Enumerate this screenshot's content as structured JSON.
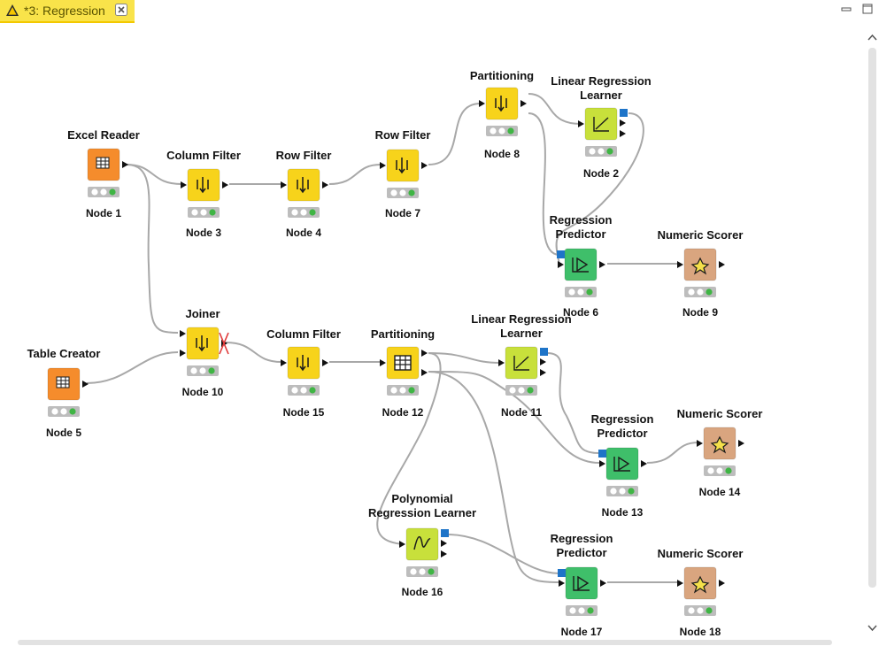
{
  "tab": {
    "title": "*3: Regression",
    "warning_icon": "warning-triangle-icon",
    "close_icon": "close-icon"
  },
  "window_controls": {
    "minimize_icon": "minimize-icon",
    "maximize_icon": "maximize-icon"
  },
  "colors": {
    "reader": "#f58c2c",
    "manipulator": "#f7d31b",
    "learner": "#c8e03b",
    "predictor": "#3fbf6a",
    "scorer": "#d9a57f",
    "tab_bg": "#f9e34a",
    "connection": "#a8a8a8",
    "port_model": "#1e74c8"
  },
  "nodes": {
    "n1": {
      "title": "Excel Reader",
      "label": "Node 1"
    },
    "n3": {
      "title": "Column Filter",
      "label": "Node 3"
    },
    "n4": {
      "title": "Row Filter",
      "label": "Node 4"
    },
    "n7": {
      "title": "Row Filter",
      "label": "Node 7"
    },
    "n8": {
      "title": "Partitioning",
      "label": "Node 8"
    },
    "n2": {
      "title": "Linear Regression Learner",
      "label": "Node 2"
    },
    "n6": {
      "title": "Regression Predictor",
      "label": "Node 6"
    },
    "n9": {
      "title": "Numeric Scorer",
      "label": "Node 9"
    },
    "n5": {
      "title": "Table Creator",
      "label": "Node 5"
    },
    "n10": {
      "title": "Joiner",
      "label": "Node 10"
    },
    "n15": {
      "title": "Column Filter",
      "label": "Node 15"
    },
    "n12": {
      "title": "Partitioning",
      "label": "Node 12"
    },
    "n11": {
      "title": "Linear Regression Learner",
      "label": "Node 11"
    },
    "n13": {
      "title": "Regression Predictor",
      "label": "Node 13"
    },
    "n14": {
      "title": "Numeric Scorer",
      "label": "Node 14"
    },
    "n16": {
      "title": "Polynomial Regression Learner",
      "label": "Node 16"
    },
    "n17": {
      "title": "Regression Predictor",
      "label": "Node 17"
    },
    "n18": {
      "title": "Numeric Scorer",
      "label": "Node 18"
    }
  },
  "title_lines": {
    "n2": [
      "Linear Regression",
      "Learner"
    ],
    "n11": [
      "Linear Regression",
      "Learner"
    ],
    "n6": [
      "Regression",
      "Predictor"
    ],
    "n13": [
      "Regression",
      "Predictor"
    ],
    "n17": [
      "Regression",
      "Predictor"
    ],
    "n16": [
      "Polynomial",
      "Regression Learner"
    ]
  }
}
